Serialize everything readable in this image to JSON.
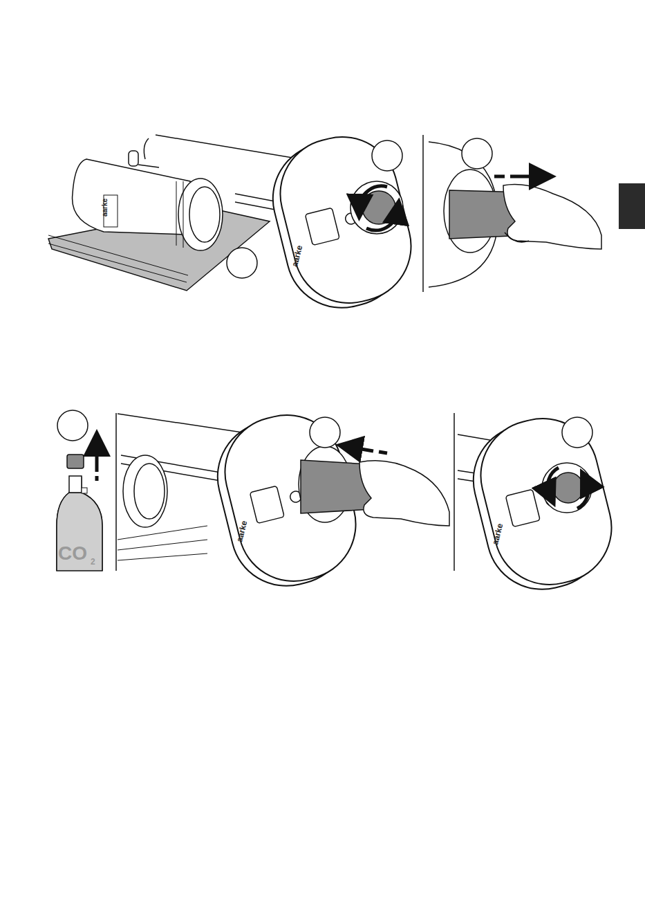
{
  "diagram": {
    "labels": [
      "aarke",
      "aarke",
      "aarke",
      "aarke",
      "CO",
      "2"
    ]
  }
}
